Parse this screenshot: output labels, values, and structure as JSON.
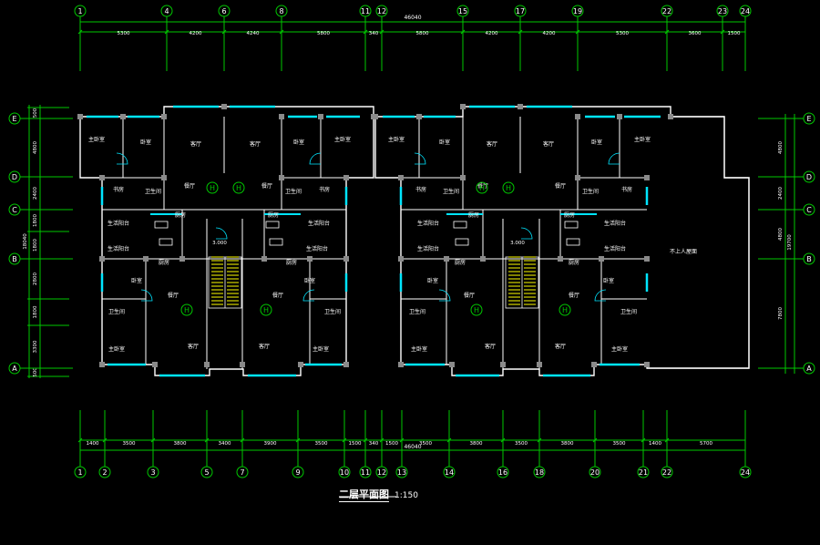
{
  "top_axes": [
    "1",
    "4",
    "6",
    "8",
    "11",
    "12",
    "15",
    "17",
    "19",
    "22",
    "23",
    "24"
  ],
  "top_dims": [
    "5300",
    "4200",
    "4240",
    "5800",
    "340",
    "5800",
    "4200",
    "4200",
    "5300",
    "3600",
    "1500"
  ],
  "top_total": "46040",
  "bottom_axes": [
    "1",
    "2",
    "3",
    "5",
    "7",
    "9",
    "10",
    "11",
    "12",
    "13",
    "14",
    "16",
    "18",
    "20",
    "21",
    "22",
    "24"
  ],
  "bottom_dims": [
    "1400",
    "3500",
    "3800",
    "3400",
    "3900",
    "3500",
    "1500",
    "340",
    "1500",
    "3500",
    "3800",
    "3500",
    "3800",
    "3500",
    "1400",
    "5700"
  ],
  "bottom_total": "46040",
  "left_axes": [
    "E",
    "D",
    "C",
    "B",
    "A"
  ],
  "left_dims": [
    "500",
    "4800",
    "2400",
    "1800",
    "1800",
    "2800",
    "1800",
    "3300",
    "500"
  ],
  "left_total": "18040",
  "right_axes": [
    "E",
    "D",
    "C",
    "B",
    "A"
  ],
  "right_dims": [
    "4800",
    "2400",
    "4800",
    "7800"
  ],
  "right_total": "19700",
  "rooms": {
    "master_bedroom": "主卧室",
    "bedroom": "卧室",
    "living_room": "客厅",
    "dining_room": "餐厅",
    "bathroom": "卫生间",
    "study": "书房",
    "kitchen": "厨房",
    "service_balcony": "生活阳台",
    "roof_terrace": "不上人屋面",
    "unit_h": "H"
  },
  "stair_level": "3.000",
  "drawing_title": "二层平面图",
  "drawing_scale": "1:150",
  "colors": {
    "background": "#000000",
    "wall": "#ffffff",
    "window": "#00e5ff",
    "axis_line": "#00c800",
    "stair": "#ffff00",
    "text": "#ffffff",
    "column": "#8a8a8a"
  }
}
